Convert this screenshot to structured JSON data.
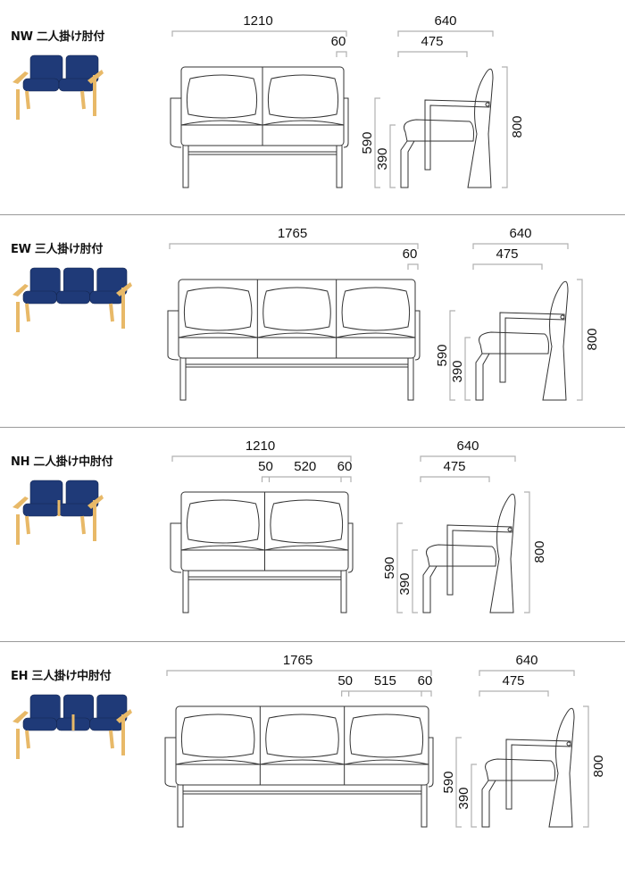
{
  "sections": [
    {
      "title": "NW 二人掛け肘付",
      "seats": 2,
      "dims": {
        "overall": "1210",
        "arm": "60",
        "depth": "640",
        "seat_depth": "475",
        "arm_height": "590",
        "seat_height": "390",
        "height": "800"
      }
    },
    {
      "title": "EW 三人掛け肘付",
      "seats": 3,
      "dims": {
        "overall": "1765",
        "arm": "60",
        "depth": "640",
        "seat_depth": "475",
        "arm_height": "590",
        "seat_height": "390",
        "height": "800"
      }
    },
    {
      "title": "NH 二人掛け中肘付",
      "seats": 2,
      "dims": {
        "overall": "1210",
        "mid_arm": "50",
        "seat_width": "520",
        "arm": "60",
        "depth": "640",
        "seat_depth": "475",
        "arm_height": "590",
        "seat_height": "390",
        "height": "800"
      }
    },
    {
      "title": "EH 三人掛け中肘付",
      "seats": 3,
      "dims": {
        "overall": "1765",
        "mid_arm": "50",
        "seat_width": "515",
        "arm": "60",
        "depth": "640",
        "seat_depth": "475",
        "arm_height": "590",
        "seat_height": "390",
        "height": "800"
      }
    }
  ],
  "colors": {
    "upholstery": "#1f3a78",
    "wood": "#e8b968",
    "line": "#333333",
    "dim_line": "#b0b0b0"
  }
}
